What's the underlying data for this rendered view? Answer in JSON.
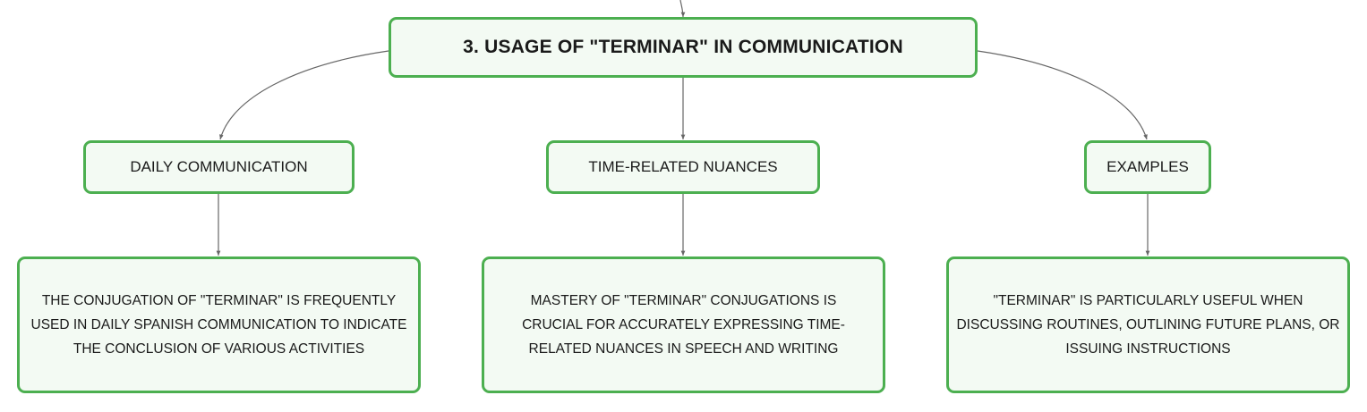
{
  "root": {
    "label": "3. USAGE OF \"TERMINAR\" IN COMMUNICATION"
  },
  "topics": [
    {
      "label": "DAILY COMMUNICATION",
      "detail": "THE CONJUGATION OF \"TERMINAR\" IS FREQUENTLY USED IN DAILY SPANISH COMMUNICATION TO INDICATE THE CONCLUSION OF VARIOUS ACTIVITIES"
    },
    {
      "label": "TIME-RELATED NUANCES",
      "detail": "MASTERY OF \"TERMINAR\" CONJUGATIONS IS CRUCIAL FOR ACCURATELY EXPRESSING TIME-RELATED NUANCES IN SPEECH AND WRITING"
    },
    {
      "label": "EXAMPLES",
      "detail": "\"TERMINAR\" IS PARTICULARLY USEFUL WHEN DISCUSSING ROUTINES, OUTLINING FUTURE PLANS, OR ISSUING INSTRUCTIONS"
    }
  ],
  "colors": {
    "node_border": "#4caf50",
    "node_fill": "#f3faf3",
    "connector": "#666666",
    "text": "#1a1a1a"
  }
}
